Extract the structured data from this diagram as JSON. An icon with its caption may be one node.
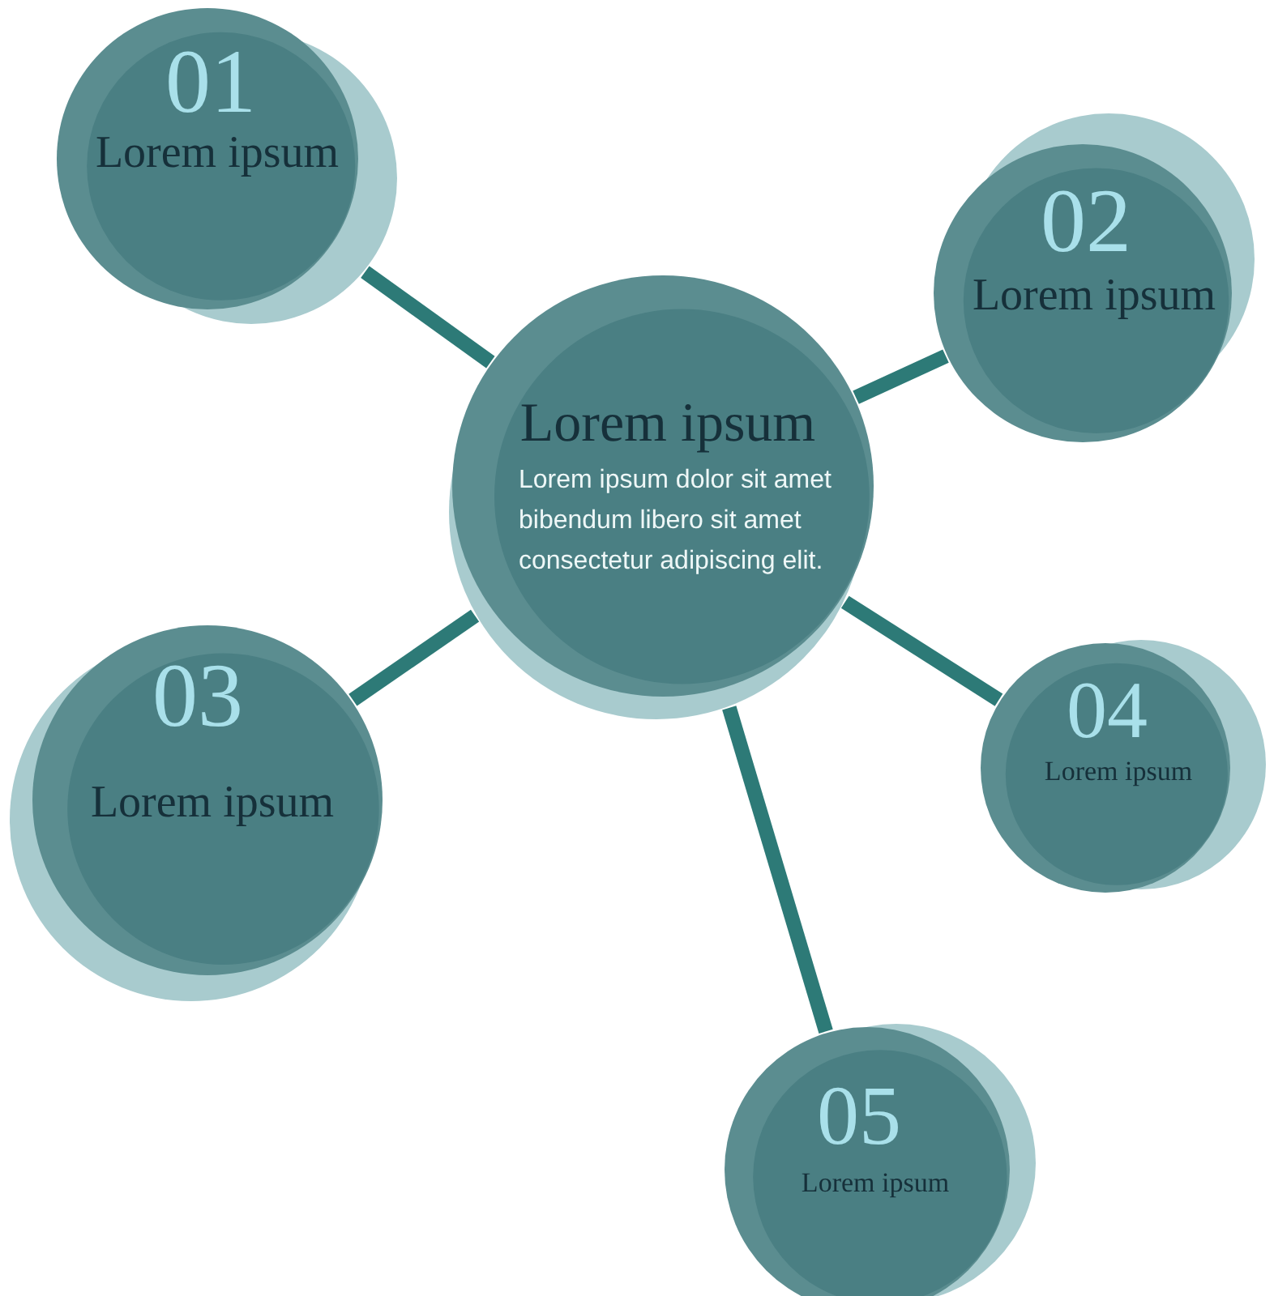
{
  "diagram": {
    "nodes": [
      {
        "text": [
          "01",
          "Lorem ipsum"
        ]
      },
      {
        "text": [
          "02",
          "Lorem ipsum"
        ]
      },
      {
        "text": [
          "Lorem ipsum",
          "Lorem ipsum dolor sit amet bibendum libero sit amet consectetur adipiscing elit."
        ]
      },
      {
        "text": [
          "03",
          "Lorem ipsum"
        ]
      },
      {
        "text": [
          "04",
          "Lorem ipsum"
        ]
      },
      {
        "text": [
          "05",
          "Lorem ipsum"
        ]
      }
    ],
    "edges": [
      {
        "from": 2,
        "to": 0,
        "arrow": "none"
      },
      {
        "from": 2,
        "to": 1,
        "arrow": "none"
      },
      {
        "from": 2,
        "to": 3,
        "arrow": "none"
      },
      {
        "from": 2,
        "to": 4,
        "arrow": "none"
      },
      {
        "from": 2,
        "to": 5,
        "arrow": "none"
      }
    ]
  }
}
